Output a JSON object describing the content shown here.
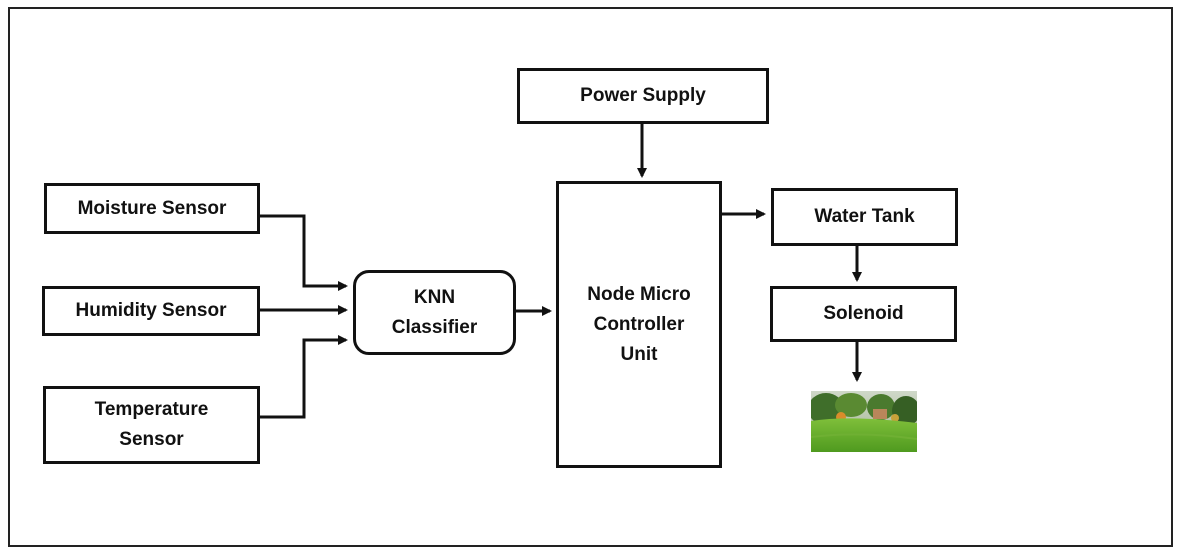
{
  "diagram": {
    "nodes": {
      "power_supply": "Power Supply",
      "moisture_sensor": "Moisture Sensor",
      "humidity_sensor": "Humidity Sensor",
      "temperature_sensor": "Temperature\nSensor",
      "knn_classifier": "KNN\nClassifier",
      "mcu": "Node Micro\nController\nUnit",
      "water_tank": "Water Tank",
      "solenoid": "Solenoid"
    },
    "garden_image": "garden-image",
    "colors": {
      "stroke": "#111111",
      "connector_dot": "#2e8b2e"
    }
  }
}
